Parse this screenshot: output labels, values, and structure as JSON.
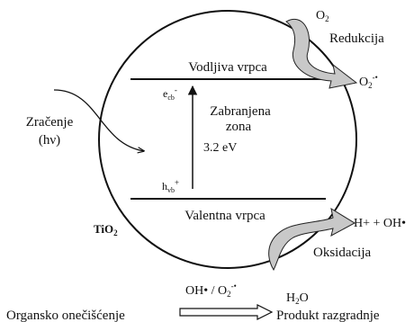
{
  "diagram": {
    "conduction_band": "Vodljiva vrpca",
    "valence_band": "Valentna vrpca",
    "forbidden_zone_line1": "Zabranjena",
    "forbidden_zone_line2": "zona",
    "band_gap": "3.2 eV",
    "electron_label": "e",
    "electron_sub": "cb",
    "electron_sup": "-",
    "hole_label": "h",
    "hole_sub": "vb",
    "hole_sup": "+",
    "radiation_line1": "Zračenje",
    "radiation_line2": "(hν)",
    "material": "TiO",
    "material_sub": "2",
    "reduction_reactant": "O",
    "reduction_reactant_sub": "2",
    "reduction_label": "Redukcija",
    "reduction_product": "O",
    "reduction_product_sub": "2",
    "reduction_product_sup": "-•",
    "oxidation_products": "H+ + OH•",
    "oxidation_label": "Oksidacija",
    "oxidation_reactant": "H",
    "oxidation_reactant_sub": "2",
    "oxidation_reactant_rest": "O",
    "bottom_left": "Organsko onečišćenje",
    "bottom_agents": "OH• / O",
    "bottom_agents_sub": "2",
    "bottom_agents_sup": "-•",
    "bottom_right": "Produkt razgradnje"
  },
  "colors": {
    "line": "#111111",
    "arrow_fill": "#c8c8c8",
    "arrow_stroke": "#222222",
    "background": "#ffffff"
  }
}
